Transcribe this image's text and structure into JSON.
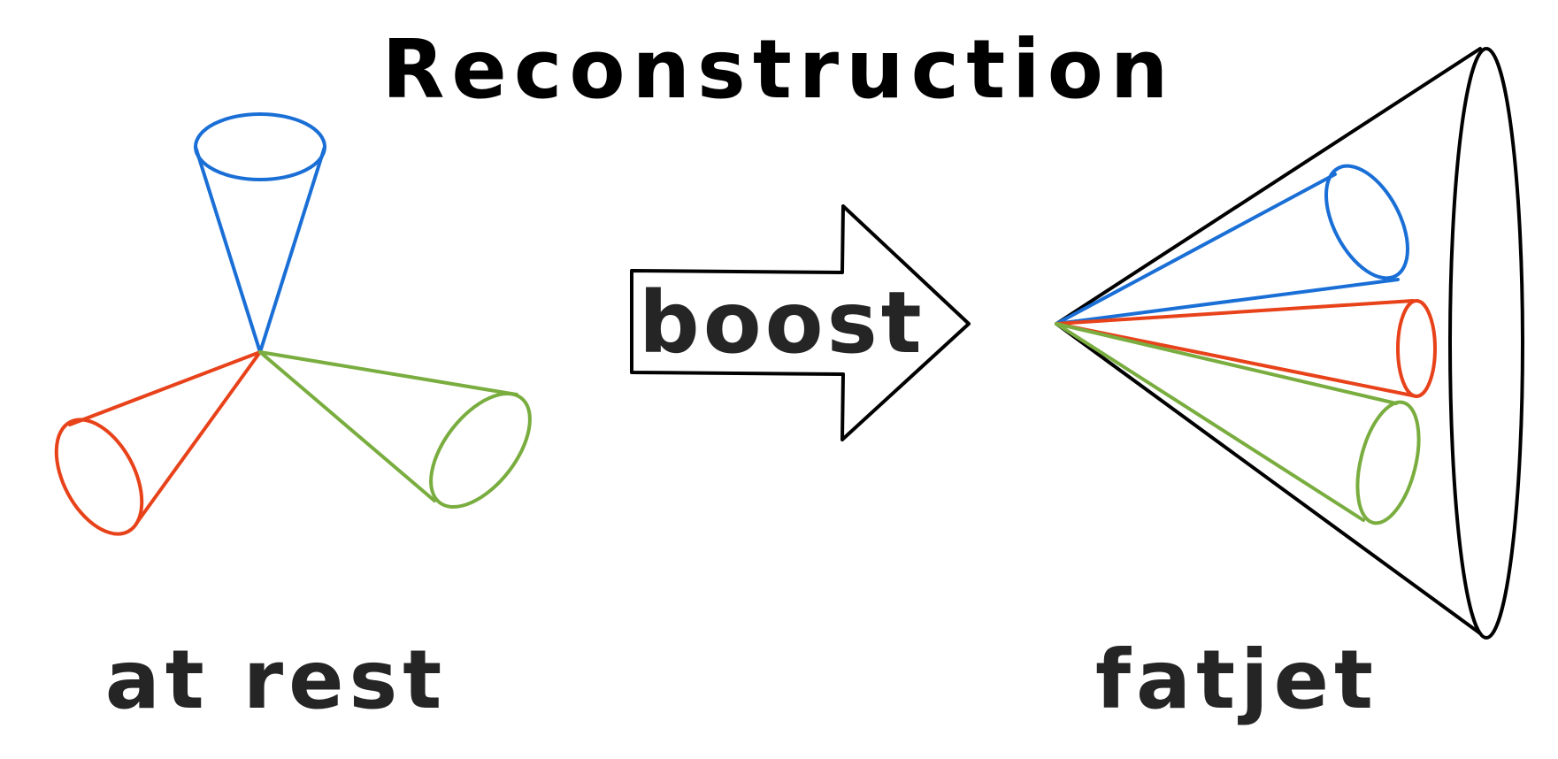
{
  "title": "Reconstruction",
  "arrow": {
    "label": "boost"
  },
  "left_label": "at rest",
  "right_label": "fatjet",
  "colors": {
    "blue": "#1a6fd6",
    "orange": "#e8421a",
    "green": "#7aad3f",
    "black": "#000000",
    "label": "#252525"
  }
}
